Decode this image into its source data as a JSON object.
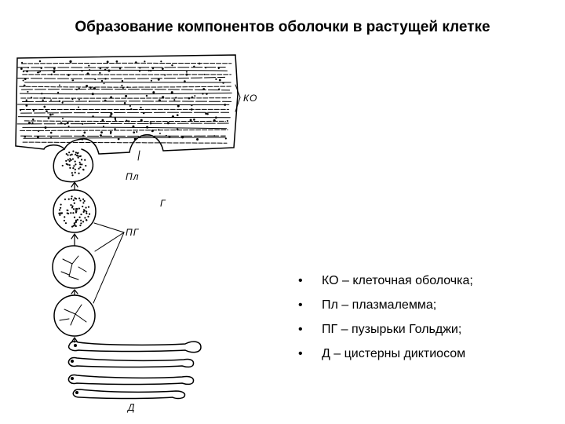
{
  "title": "Образование компонентов оболочки в растущей клетке",
  "diagram": {
    "labels": {
      "ko": "КО",
      "pl": "Пл",
      "g": "Г",
      "pg": "ПГ",
      "d": "Д"
    }
  },
  "legend": {
    "items": [
      {
        "bullet": "•",
        "text": "КО – клеточная оболочка;"
      },
      {
        "bullet": "•",
        "text": "Пл – плазмалемма;"
      },
      {
        "bullet": "•",
        "text": "ПГ – пузырьки Гольджи;"
      },
      {
        "bullet": "•",
        "text": "Д – цистерны диктиосом"
      }
    ]
  },
  "colors": {
    "ink": "#000000",
    "background": "#ffffff"
  }
}
